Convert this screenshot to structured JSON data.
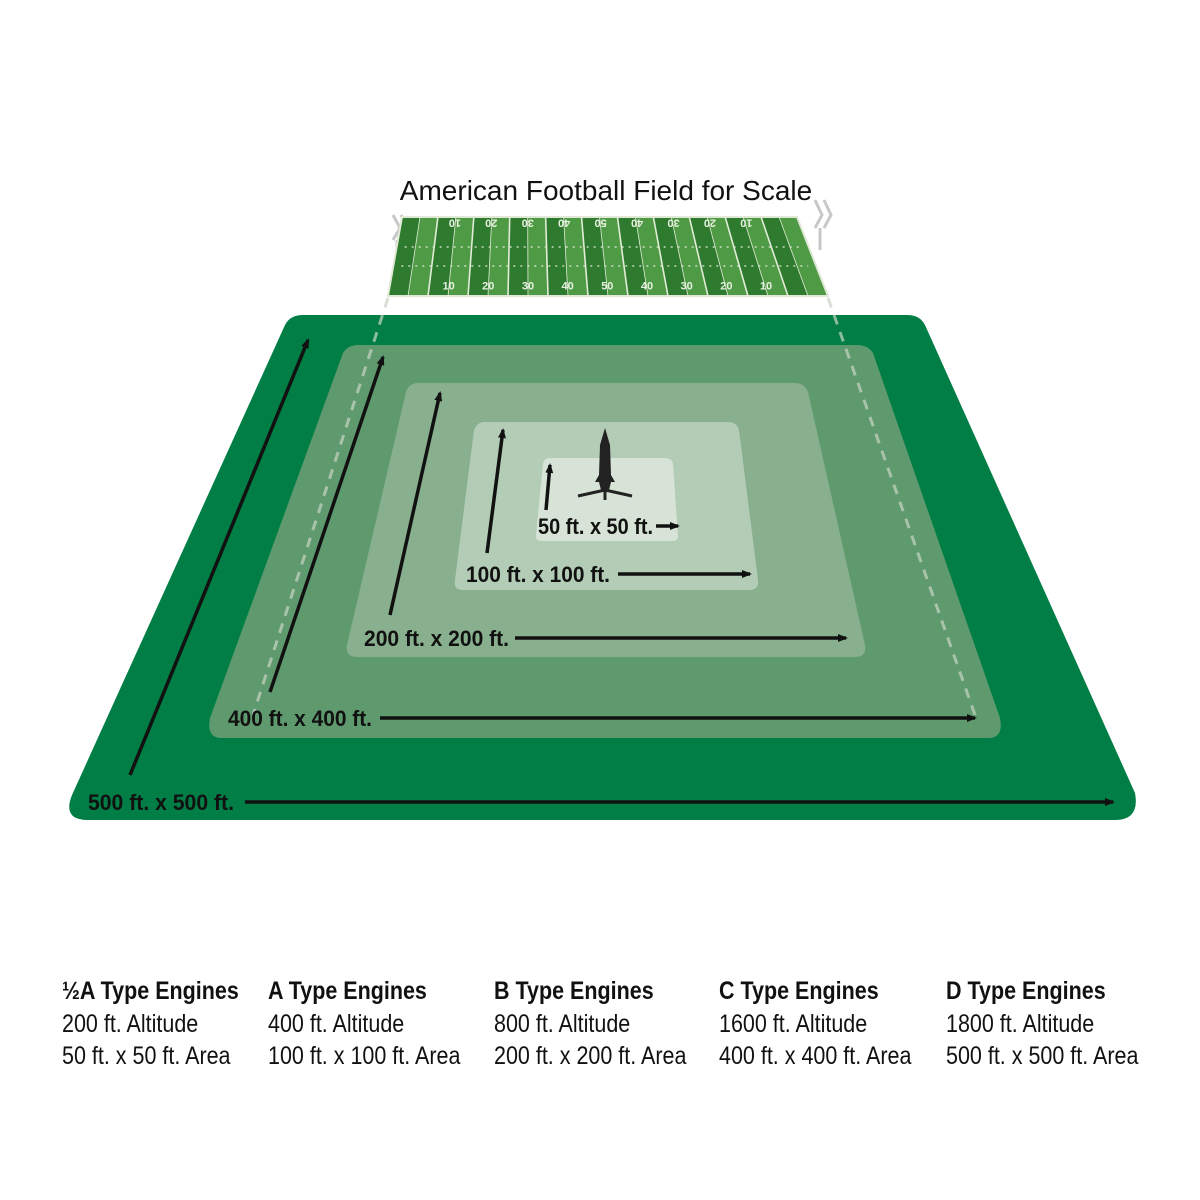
{
  "field": {
    "title": "American Football Field for Scale",
    "yard_numbers_bottom": [
      "10",
      "20",
      "30",
      "40",
      "50",
      "40",
      "30",
      "20",
      "10"
    ],
    "yard_numbers_top": [
      "10",
      "20",
      "30",
      "40",
      "50",
      "40",
      "30",
      "20",
      "10"
    ]
  },
  "zones": [
    {
      "label": "500 ft. x 500 ft.",
      "color": "#007e45"
    },
    {
      "label": "400 ft. x 400 ft.",
      "color": "#5e9a6e"
    },
    {
      "label": "200 ft. x 200 ft.",
      "color": "#88b08e"
    },
    {
      "label": "100 ft. x 100 ft.",
      "color": "#b3ccb6"
    },
    {
      "label": "50 ft. x 50 ft.",
      "color": "#d6e3d6"
    }
  ],
  "legend": [
    {
      "title": "½A Type Engines",
      "altitude": "200 ft. Altitude",
      "area": "50 ft. x 50 ft. Area"
    },
    {
      "title": "A Type Engines",
      "altitude": "400 ft. Altitude",
      "area": "100 ft. x 100 ft. Area"
    },
    {
      "title": "B Type Engines",
      "altitude": "800 ft. Altitude",
      "area": "200 ft. x 200 ft. Area"
    },
    {
      "title": "C Type Engines",
      "altitude": "1600 ft. Altitude",
      "area": "400 ft. x 400 ft. Area"
    },
    {
      "title": "D Type Engines",
      "altitude": "1800 ft. Altitude",
      "area": "500 ft. x 500 ft. Area"
    }
  ],
  "colors": {
    "field_dark": "#2e7a2e",
    "field_light": "#4f9a45",
    "arrow": "#111111"
  }
}
